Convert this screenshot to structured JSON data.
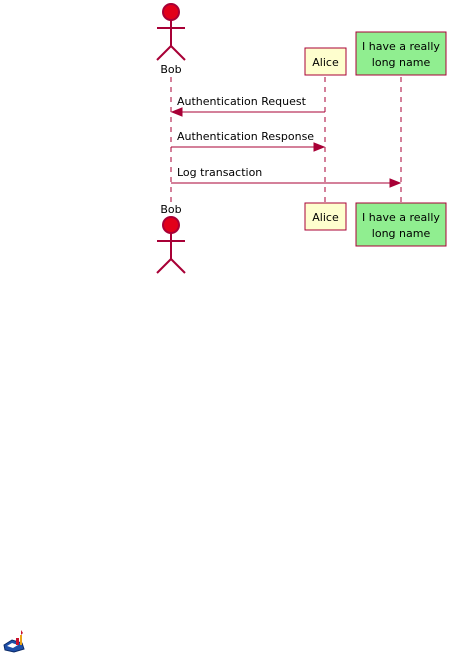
{
  "diagram_type": "sequence",
  "colors": {
    "line": "#a80036",
    "actor_fill": "#e2001a",
    "alice_fill": "#fefece",
    "long_fill": "#90ee90"
  },
  "participants": [
    {
      "id": "bob",
      "kind": "actor",
      "label": "Bob"
    },
    {
      "id": "alice",
      "kind": "participant",
      "label": "Alice"
    },
    {
      "id": "long",
      "kind": "participant",
      "label_lines": [
        "I have a really",
        "long name"
      ]
    }
  ],
  "messages": [
    {
      "from": "alice",
      "to": "bob",
      "label": "Authentication Request"
    },
    {
      "from": "bob",
      "to": "alice",
      "label": "Authentication Response"
    },
    {
      "from": "bob",
      "to": "long",
      "label": "Log transaction"
    }
  ],
  "footer": {
    "logo_icon": "plantuml-logo-icon"
  }
}
